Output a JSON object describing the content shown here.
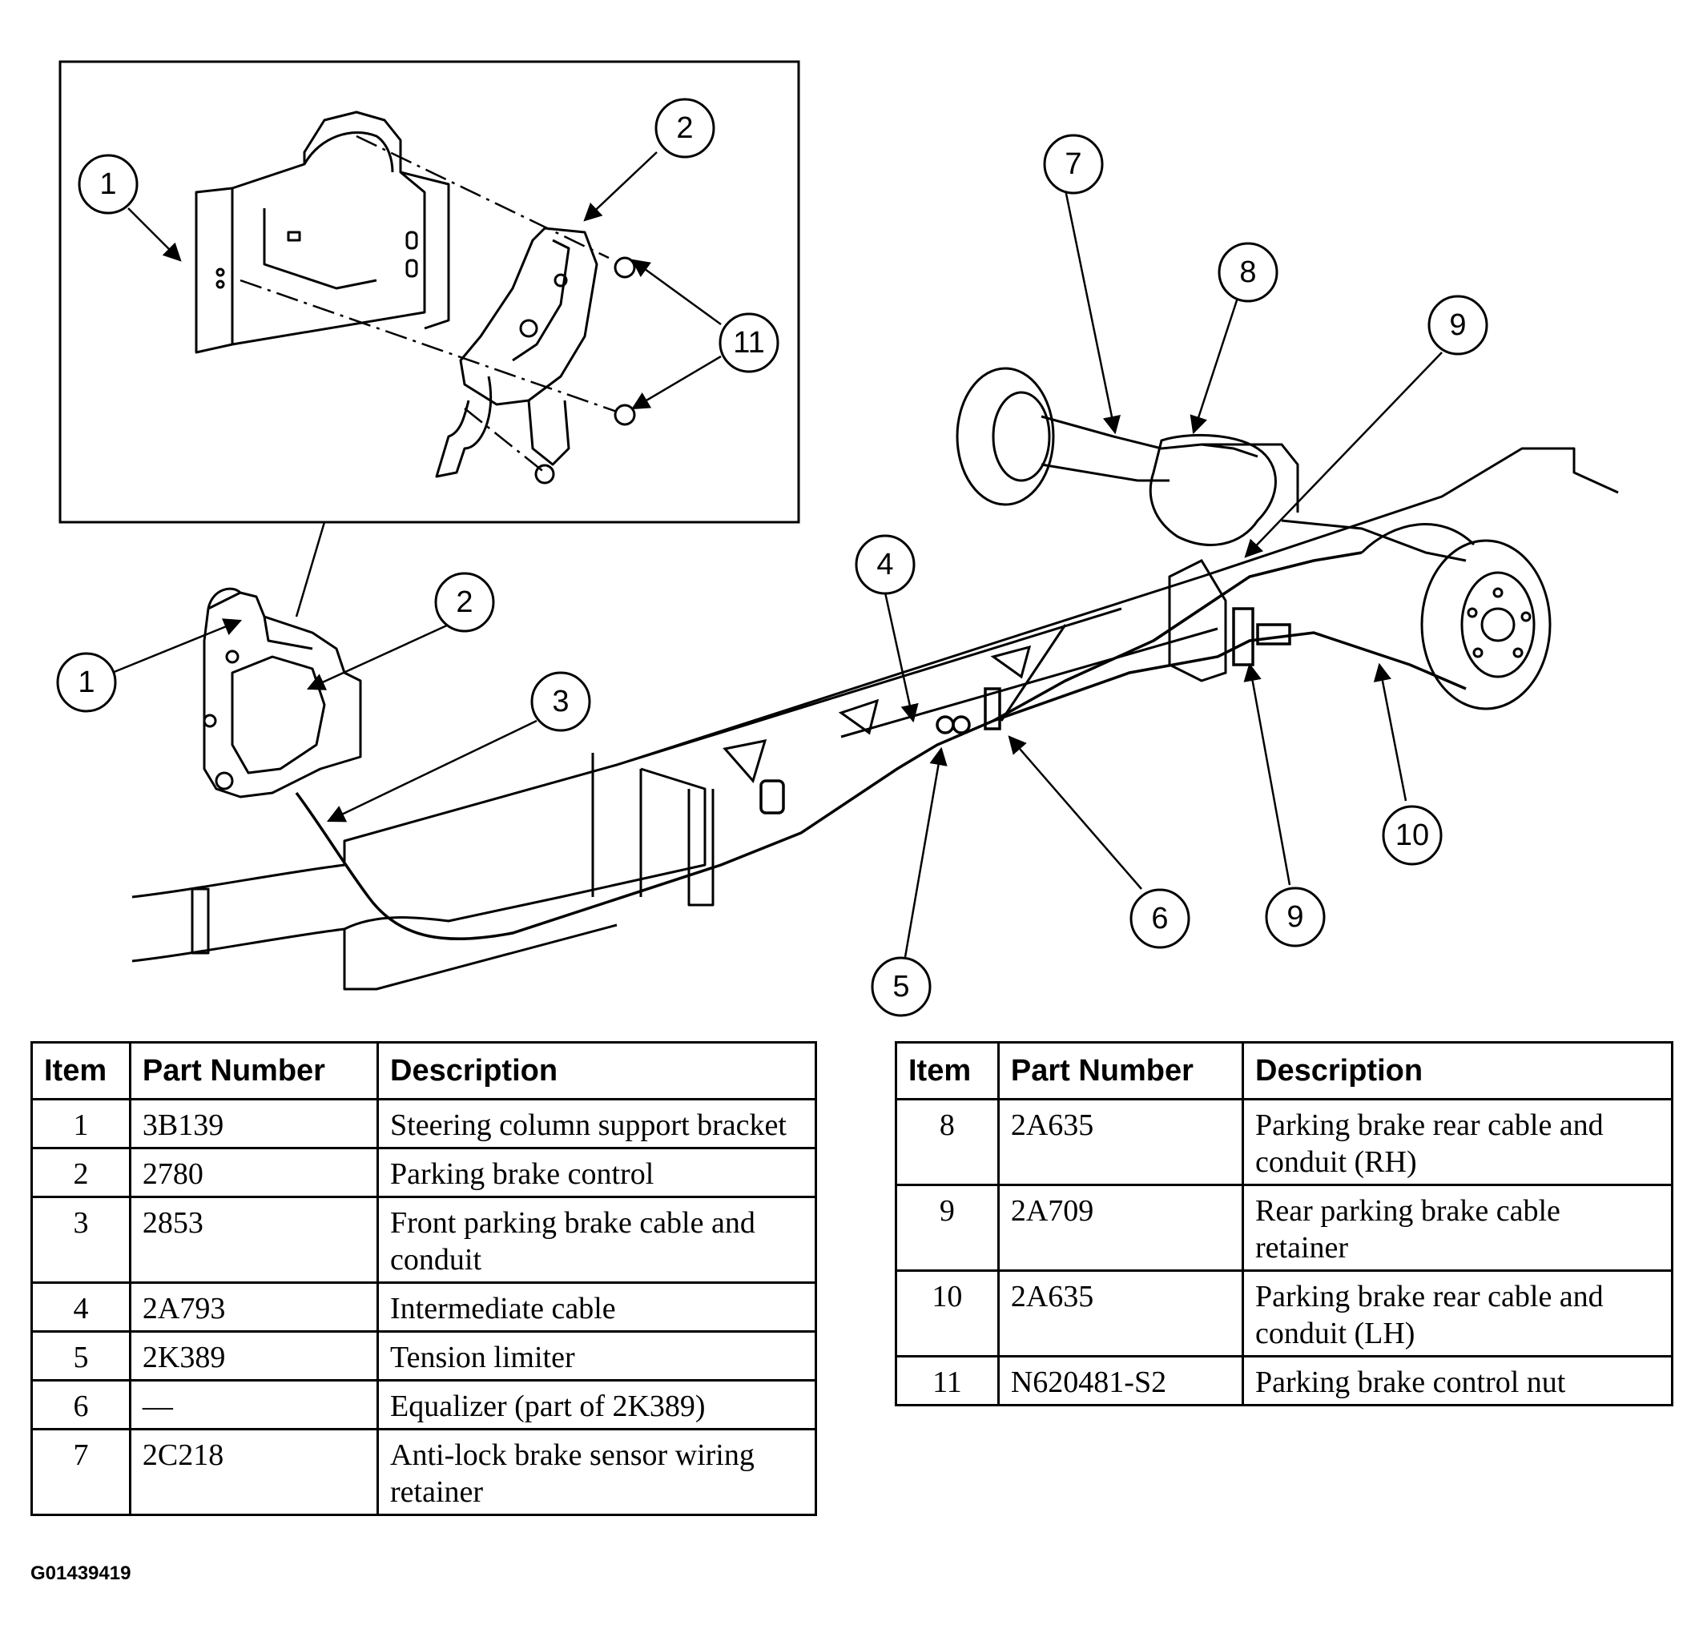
{
  "callouts": {
    "inset_1": "1",
    "inset_2": "2",
    "inset_11": "11",
    "main_1": "1",
    "main_2": "2",
    "main_3": "3",
    "main_4": "4",
    "main_5": "5",
    "main_6": "6",
    "main_7": "7",
    "main_8": "8",
    "main_9_top": "9",
    "main_9_bottom": "9",
    "main_10": "10"
  },
  "table": {
    "headers": {
      "item": "Item",
      "part_number": "Part Number",
      "description": "Description"
    },
    "left_rows": [
      {
        "item": "1",
        "part": "3B139",
        "desc": "Steering column support bracket"
      },
      {
        "item": "2",
        "part": "2780",
        "desc": "Parking brake control"
      },
      {
        "item": "3",
        "part": "2853",
        "desc": "Front parking brake cable and conduit"
      },
      {
        "item": "4",
        "part": "2A793",
        "desc": "Intermediate cable"
      },
      {
        "item": "5",
        "part": "2K389",
        "desc": "Tension limiter"
      },
      {
        "item": "6",
        "part": "—",
        "desc": "Equalizer (part of 2K389)"
      },
      {
        "item": "7",
        "part": "2C218",
        "desc": "Anti-lock brake sensor wiring retainer"
      }
    ],
    "right_rows": [
      {
        "item": "8",
        "part": "2A635",
        "desc": "Parking brake rear cable and conduit (RH)"
      },
      {
        "item": "9",
        "part": "2A709",
        "desc": "Rear parking brake cable retainer"
      },
      {
        "item": "10",
        "part": "2A635",
        "desc": "Parking brake rear cable and conduit (LH)"
      },
      {
        "item": "11",
        "part": "N620481-S2",
        "desc": "Parking brake control nut"
      }
    ]
  },
  "figure_code": "G01439419"
}
